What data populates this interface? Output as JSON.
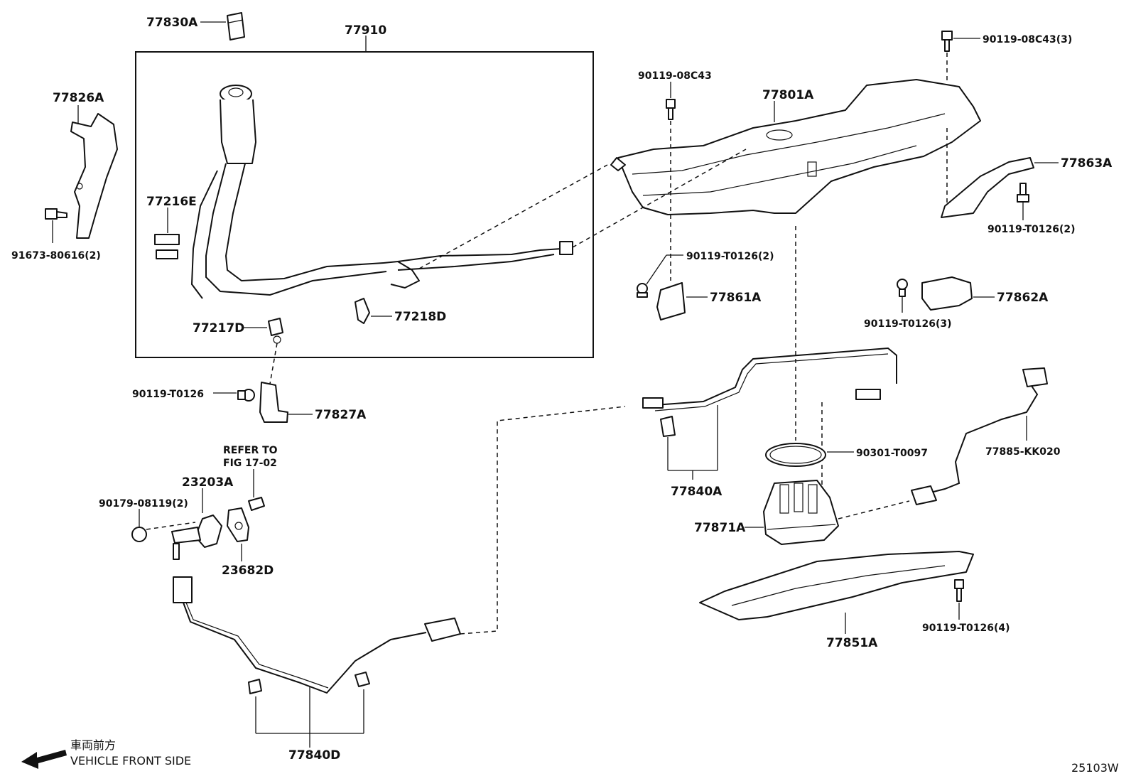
{
  "labels": {
    "p77830A": "77830A",
    "p77910": "77910",
    "p77826A": "77826A",
    "p91673": "91673-80616(2)",
    "p77216E": "77216E",
    "p77217D": "77217D",
    "p77218D": "77218D",
    "p90119T0126_left": "90119-T0126",
    "p77827A": "77827A",
    "refer_line1": "REFER TO",
    "refer_line2": "FIG 17-02",
    "p23203A": "23203A",
    "p90179": "90179-08119(2)",
    "p23682D": "23682D",
    "p77840D": "77840D",
    "p90119_08C43": "90119-08C43",
    "p77801A": "77801A",
    "p90119_08C43_3": "90119-08C43(3)",
    "p77863A": "77863A",
    "p90119T0126_2_right": "90119-T0126(2)",
    "p90119T0126_2_mid": "90119-T0126(2)",
    "p77861A": "77861A",
    "p77862A": "77862A",
    "p90119T0126_3": "90119-T0126(3)",
    "p77840A": "77840A",
    "p90301": "90301-T0097",
    "p77885": "77885-KK020",
    "p77871A": "77871A",
    "p90119T0126_4": "90119-T0126(4)",
    "p77851A": "77851A"
  },
  "footer": {
    "front_jp": "車両前方",
    "front_en": "VEHICLE FRONT SIDE",
    "fig_code": "25103W"
  },
  "icons": {
    "front_arrow": "left-arrow-icon"
  }
}
